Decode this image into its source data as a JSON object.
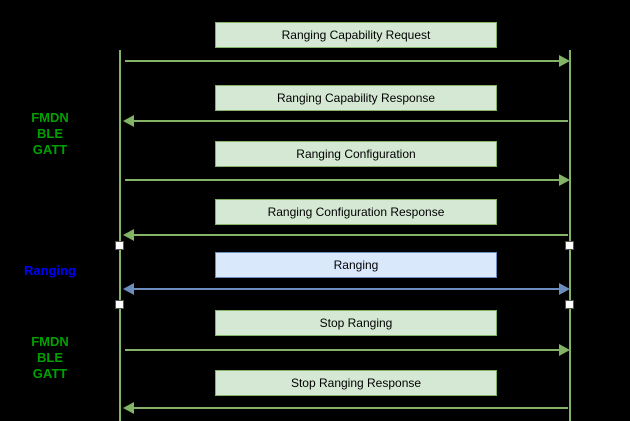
{
  "side_labels": [
    {
      "text": "FMDN\nBLE\nGATT",
      "color": "green"
    },
    {
      "text": "Ranging",
      "color": "blue"
    },
    {
      "text": "FMDN\nBLE\nGATT",
      "color": "green"
    }
  ],
  "messages": [
    {
      "label": "Ranging Capability Request",
      "direction": "right",
      "theme": "green"
    },
    {
      "label": "Ranging Capability Response",
      "direction": "left",
      "theme": "green"
    },
    {
      "label": "Ranging Configuration",
      "direction": "right",
      "theme": "green"
    },
    {
      "label": "Ranging Configuration Response",
      "direction": "left",
      "theme": "green"
    },
    {
      "label": "Ranging",
      "direction": "both",
      "theme": "blue"
    },
    {
      "label": "Stop Ranging",
      "direction": "right",
      "theme": "green"
    },
    {
      "label": "Stop Ranging Response",
      "direction": "left",
      "theme": "green"
    }
  ],
  "colors": {
    "background": "#000000",
    "green_box_fill": "#d5e8d4",
    "green_stroke": "#82b366",
    "blue_box_fill": "#dae8fc",
    "blue_stroke": "#6c8ebf",
    "side_label_green": "#00a000",
    "side_label_blue": "#0000ff",
    "box_text": "#000000",
    "node_fill": "#ffffff"
  }
}
